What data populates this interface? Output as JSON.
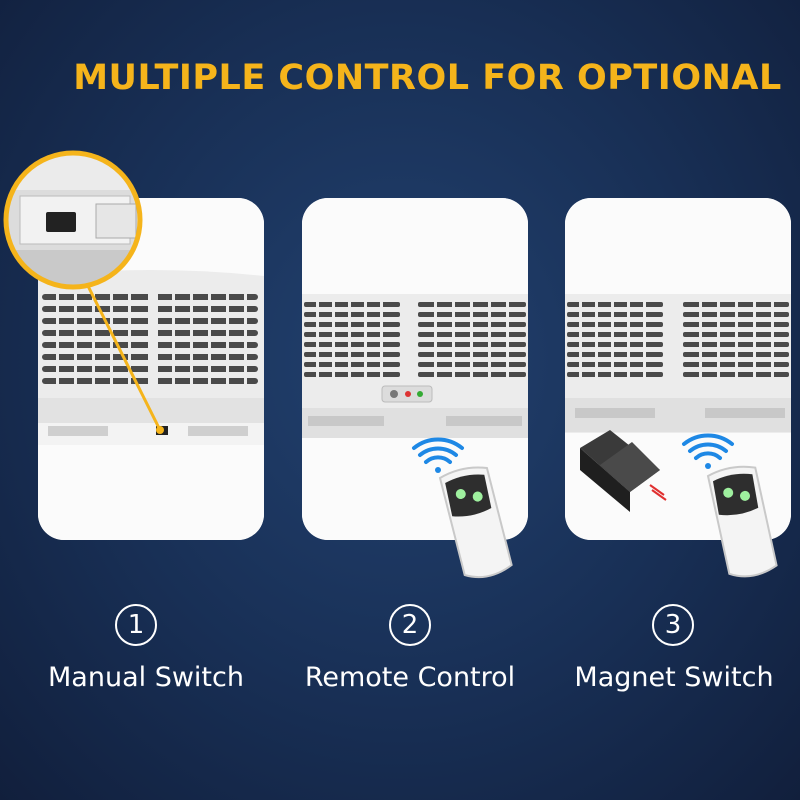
{
  "headline": "MULTIPLE CONTROL FOR OPTIONAL",
  "colors": {
    "accent": "#f5b41b",
    "background": "#182f55",
    "wave": "#1e88e5"
  },
  "options": [
    {
      "number": "1",
      "label": "Manual Switch",
      "icons": [
        "air-curtain-unit",
        "manual-switch-icon",
        "zoom-magnifier"
      ]
    },
    {
      "number": "2",
      "label": "Remote Control",
      "icons": [
        "air-curtain-unit",
        "wireless-signal-icon",
        "remote-control-icon"
      ]
    },
    {
      "number": "3",
      "label": "Magnet Switch",
      "icons": [
        "air-curtain-unit",
        "magnet-switch-icon",
        "wireless-signal-icon",
        "remote-control-icon"
      ]
    }
  ]
}
